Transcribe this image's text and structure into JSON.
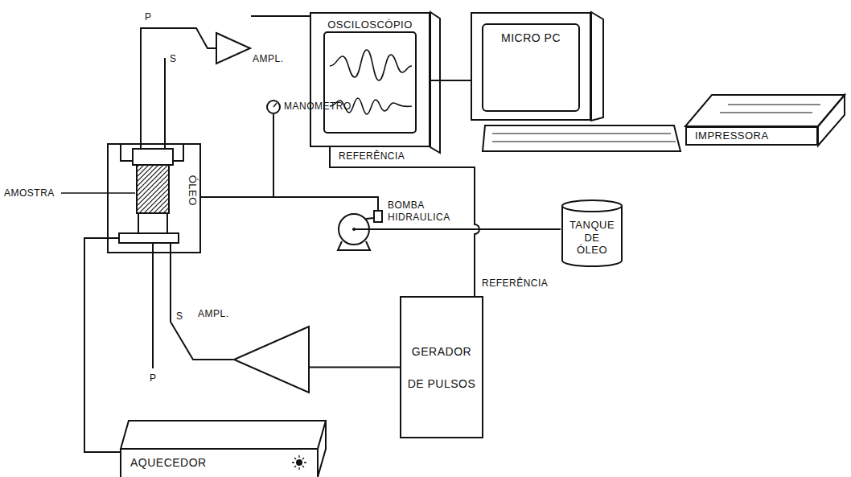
{
  "diagram": {
    "nodes": [
      {
        "text": [
          "ÓLEO"
        ]
      },
      {
        "text": [
          "AMPL."
        ]
      },
      {
        "text": [
          "OSCILOSCÓPIO"
        ]
      },
      {
        "text": [
          "MICRO PC"
        ]
      },
      {
        "text": [
          "IMPRESSORA"
        ]
      },
      {
        "text": [
          "MANOMETRO"
        ]
      },
      {
        "text": [
          "BOMBA HIDRAULICA"
        ]
      },
      {
        "text": [
          "TANQUE DE ÓLEO"
        ]
      },
      {
        "text": [
          "GERADOR DE PULSOS"
        ]
      },
      {
        "text": [
          "AMPL."
        ]
      },
      {
        "text": [
          "AQUECEDOR"
        ]
      }
    ],
    "edges": [
      {
        "from": 0,
        "to": 1,
        "arrow": "none"
      },
      {
        "from": 1,
        "to": 2,
        "arrow": "none"
      },
      {
        "from": 2,
        "to": 3,
        "arrow": "none"
      },
      {
        "from": 2,
        "to": 8,
        "arrow": "none"
      },
      {
        "from": 0,
        "to": 6,
        "arrow": "none"
      },
      {
        "from": 6,
        "to": 7,
        "arrow": "none"
      },
      {
        "from": 8,
        "to": 9,
        "arrow": "none"
      },
      {
        "from": 9,
        "to": 0,
        "arrow": "none"
      },
      {
        "from": 10,
        "to": 0,
        "arrow": "none"
      }
    ],
    "labels": [
      "P",
      "S",
      "REFERÊNCIA",
      "AMOSTRA",
      "REFERÊNCIA",
      "S",
      "P"
    ]
  }
}
